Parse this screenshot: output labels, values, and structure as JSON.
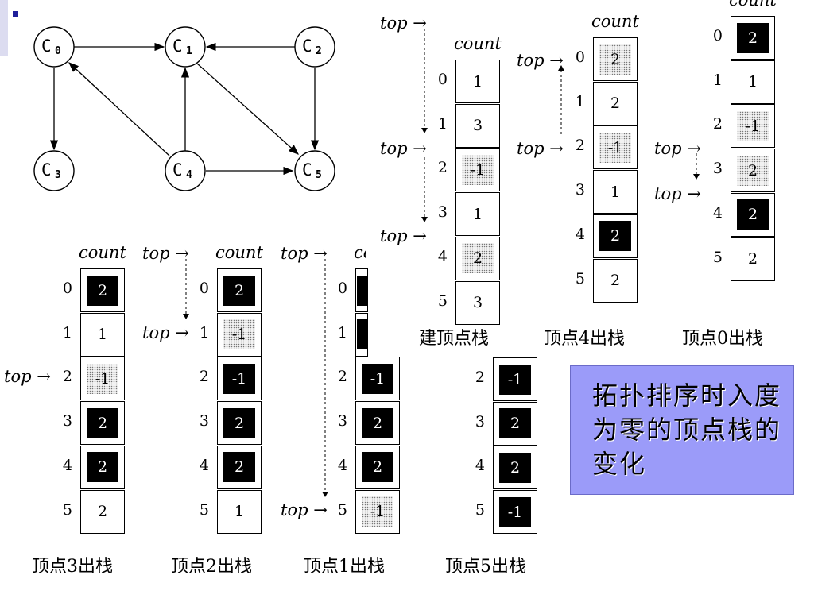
{
  "graph": {
    "nodes": [
      {
        "name": "C",
        "sub": "0"
      },
      {
        "name": "C",
        "sub": "1"
      },
      {
        "name": "C",
        "sub": "2"
      },
      {
        "name": "C",
        "sub": "3"
      },
      {
        "name": "C",
        "sub": "4"
      },
      {
        "name": "C",
        "sub": "5"
      }
    ]
  },
  "labels": {
    "count": "count",
    "top": "top"
  },
  "panels": [
    {
      "caption": "建顶点栈",
      "values": [
        "1",
        "3",
        "-1",
        "1",
        "2",
        "3"
      ],
      "styles": [
        "white",
        "white",
        "dot",
        "white",
        "dot",
        "white"
      ]
    },
    {
      "caption": "顶点4出栈",
      "values": [
        "2",
        "2",
        "-1",
        "1",
        "2",
        "2"
      ],
      "styles": [
        "dot",
        "white",
        "dot",
        "white",
        "black",
        "white"
      ]
    },
    {
      "caption": "顶点0出栈",
      "values": [
        "2",
        "1",
        "-1",
        "2",
        "2",
        "2"
      ],
      "styles": [
        "black",
        "white",
        "dot",
        "dot",
        "black",
        "white"
      ]
    },
    {
      "caption": "顶点3出栈",
      "values": [
        "2",
        "1",
        "-1",
        "2",
        "2",
        "2"
      ],
      "styles": [
        "black",
        "white",
        "dot",
        "black",
        "black",
        "white"
      ]
    },
    {
      "caption": "顶点2出栈",
      "values": [
        "2",
        "-1",
        "-1",
        "2",
        "2",
        "1"
      ],
      "styles": [
        "black",
        "dot",
        "black",
        "black",
        "black",
        "white"
      ]
    },
    {
      "caption": "顶点1出栈",
      "values": [
        "",
        "",
        "-1",
        "2",
        "2",
        "-1"
      ],
      "styles": [
        "black",
        "black",
        "black",
        "black",
        "black",
        "dot"
      ]
    },
    {
      "caption": "顶点5出栈",
      "values": [
        "-1",
        "2",
        "2",
        "-1"
      ],
      "styles": [
        "black",
        "black",
        "black",
        "black"
      ]
    }
  ],
  "indices": [
    "0",
    "1",
    "2",
    "3",
    "4",
    "5"
  ],
  "note": "拓扑排序时入度为零的顶点栈的变化"
}
